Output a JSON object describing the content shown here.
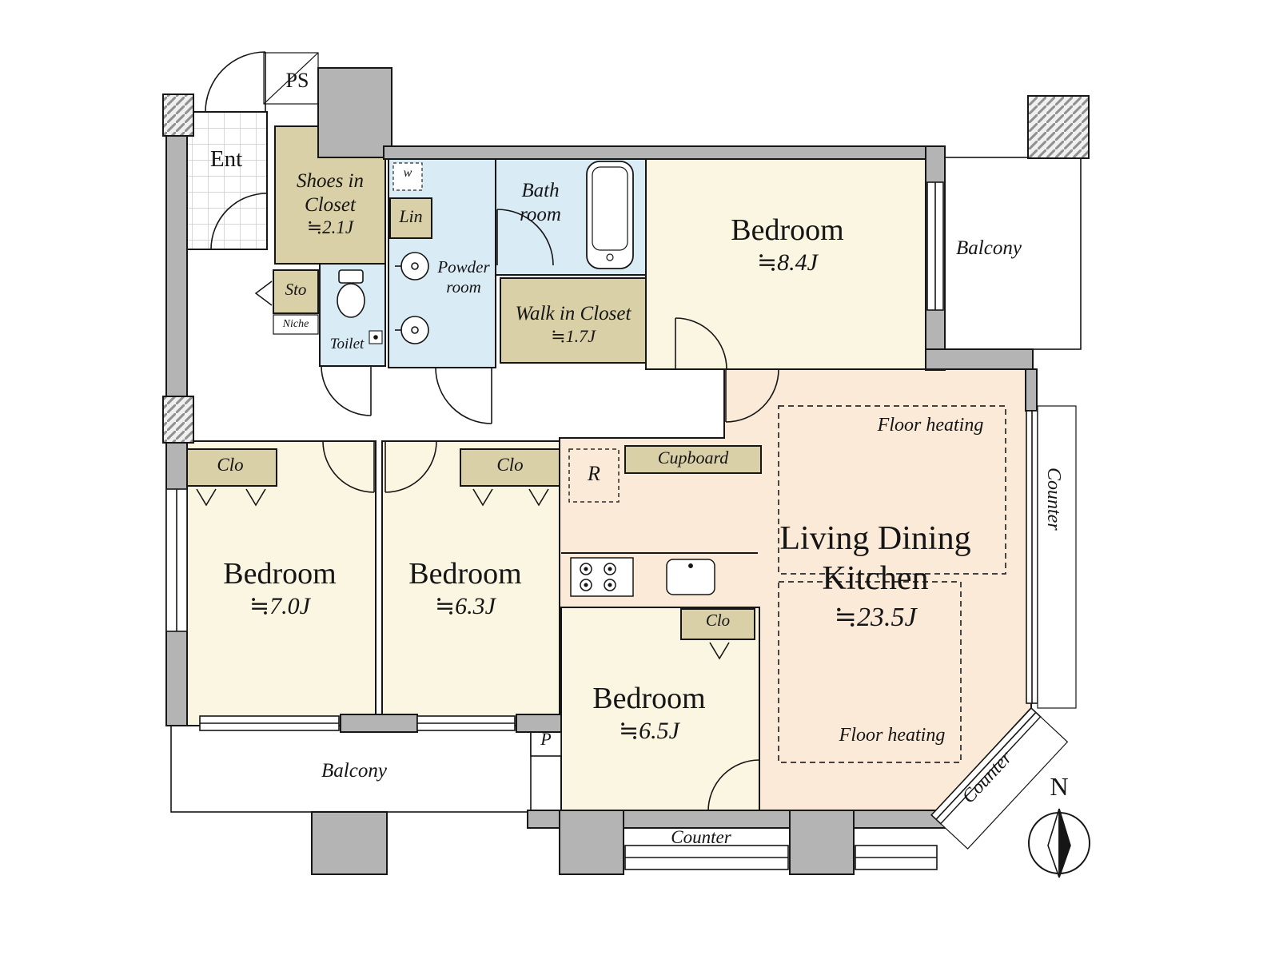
{
  "colors": {
    "wall_gray": "#b4b4b4",
    "outline": "#161616",
    "room_cream": "#faf6e2",
    "room_peach": "#fcead9",
    "room_blue": "#d9ecf5",
    "closet_tan": "#d9d0a7"
  },
  "labels": {
    "ps": "PS",
    "ent": "Ent",
    "shoes_line1": "Shoes in",
    "shoes_line2": "Closet",
    "shoes_size": "≒2.1J",
    "washer": "w",
    "lin": "Lin",
    "sto": "Sto",
    "niche": "Niche",
    "toilet": "Toilet",
    "powder_line1": "Powder",
    "powder_line2": "room",
    "bath_line1": "Bath",
    "bath_line2": "room",
    "wic": "Walk in Closet",
    "wic_size": "≒1.7J",
    "bedroom84": "Bedroom",
    "bedroom84_size": "≒8.4J",
    "balcony_right": "Balcony",
    "ldk_line1": "Living Dining",
    "ldk_line2": "Kitchen",
    "ldk_size": "≒23.5J",
    "floor_heating_top": "Floor heating",
    "floor_heating_bottom": "Floor heating",
    "counter_right": "Counter",
    "counter_diagonal": "Counter",
    "counter_bottom": "Counter",
    "cupboard": "Cupboard",
    "refrigerator": "R",
    "clo_bedroom70": "Clo",
    "clo_bedroom63": "Clo",
    "clo_bedroom65": "Clo",
    "bedroom70": "Bedroom",
    "bedroom70_size": "≒7.0J",
    "bedroom63": "Bedroom",
    "bedroom63_size": "≒6.3J",
    "bedroom65": "Bedroom",
    "bedroom65_size": "≒6.5J",
    "balcony_bottom": "Balcony",
    "pipe_space_p": "P",
    "compass_north": "N"
  }
}
